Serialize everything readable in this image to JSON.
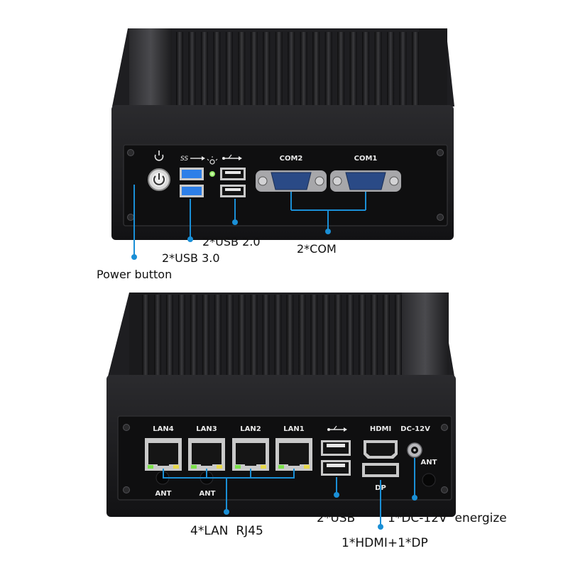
{
  "colors": {
    "accent_line": "#1a8fd6",
    "chassis": "#1b1b1d",
    "panel": "#0f0f10",
    "port_blue": "#2d7fe8",
    "led_green": "#7be04a",
    "led_yellow": "#e7d84a"
  },
  "top_unit": {
    "port_labels": {
      "com2": "COM2",
      "com1": "COM1"
    },
    "icons": [
      "power-icon",
      "usb3-ss-icon",
      "usb-icon",
      "led-bulb-icon"
    ],
    "callouts": {
      "usb20": "2*USB 2.0",
      "usb30": "2*USB 3.0",
      "com": "2*COM",
      "power": "Power button"
    }
  },
  "bottom_unit": {
    "port_labels": {
      "lan4": "LAN4",
      "lan3": "LAN3",
      "lan2": "LAN2",
      "lan1": "LAN1",
      "hdmi": "HDMI",
      "dc": "DC-12V",
      "ant_right": "ANT",
      "ant_left1": "ANT",
      "ant_left2": "ANT",
      "dp": "DP"
    },
    "icons": [
      "usb-icon"
    ],
    "callouts": {
      "lan": "4*LAN  RJ45",
      "usb": "2*USB",
      "dc": "1*DC-12V  energize",
      "video": "1*HDMI+1*DP"
    }
  }
}
